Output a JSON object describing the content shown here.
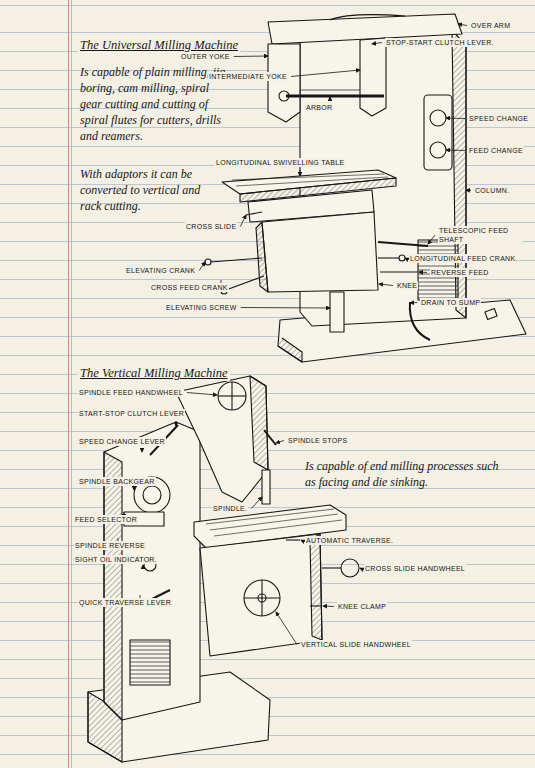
{
  "diagram": {
    "labels": [
      "The Universal Milling Machine",
      "Is capable of plain milling, jig-boring, cam milling, spiral gear cutting and cutting of spiral flutes for cutters, drills and reamers.",
      "With adaptors it can be converted to vertical and rack cutting.",
      "OUTER YOKE",
      "INTERMEDIATE YOKE",
      "ARBOR",
      "LONGITUDINAL SWIVELLING TABLE",
      "CROSS SLIDE",
      "ELEVATING CRANK",
      "CROSS FEED CRANK",
      "ELEVATING SCREW",
      "OVER ARM",
      "STOP-START CLUTCH LEVER.",
      "SPEED CHANGE",
      "FEED CHANGE",
      "COLUMN.",
      "TELESCOPIC FEED SHAFT",
      "LONGITUDINAL FEED CRANK.",
      "REVERSE FEED",
      "KNEE",
      "DRAIN TO SUMP",
      "The Vertical Milling Machine",
      "SPINDLE FEED HANDWHEEL",
      "START-STOP CLUTCH LEVER",
      "SPEED CHANGE LEVER",
      "SPINDLE STOPS",
      "Is capable of end milling processes such as facing and die sinking.",
      "SPINDLE BACKGEAR",
      "SPINDLE.",
      "FEED SELECTOR",
      "SPINDLE REVERSE",
      "SIGHT OIL INDICATOR.",
      "AUTOMATIC TRAVERSE.",
      "CROSS SLIDE HANDWHEEL",
      "QUICK TRAVERSE LEVER",
      "KNEE CLAMP",
      "VERTICAL SLIDE HANDWHEEL"
    ]
  }
}
